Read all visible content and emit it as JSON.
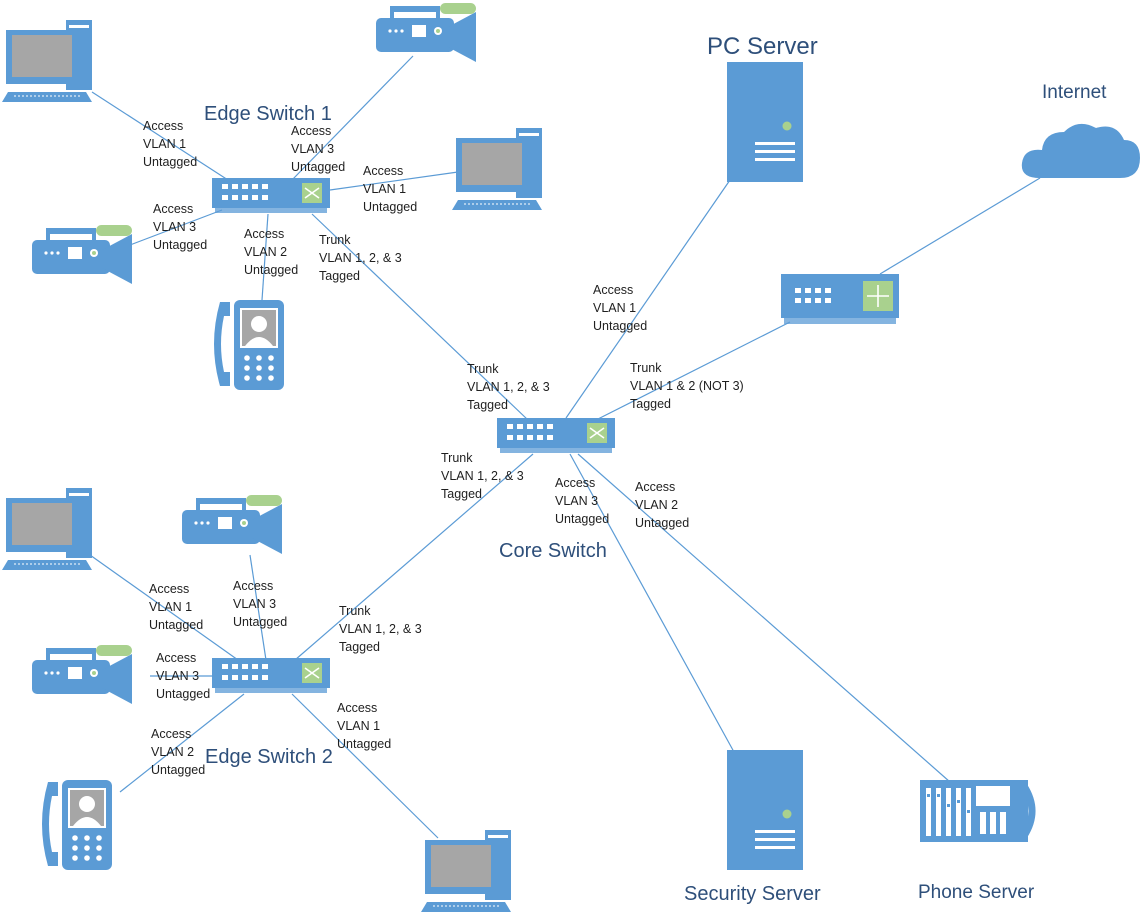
{
  "colors": {
    "device_blue": "#5b9bd5",
    "screen_gray": "#a6a6a6",
    "tally_green": "#a9d18e",
    "label_blue": "#2e4f7a",
    "text_dark": "#1f1f1f"
  },
  "devices": {
    "edge_switch_1": {
      "name": "Edge Switch 1",
      "icon": "switch-icon"
    },
    "edge_switch_2": {
      "name": "Edge Switch 2",
      "icon": "switch-icon"
    },
    "core_switch": {
      "name": "Core Switch",
      "icon": "switch-icon"
    },
    "router": {
      "icon": "router-icon"
    },
    "internet": {
      "name": "Internet",
      "icon": "cloud-icon"
    },
    "pc_server": {
      "name": "PC Server",
      "icon": "server-icon"
    },
    "security_server": {
      "name": "Security Server",
      "icon": "server-icon"
    },
    "phone_server": {
      "name": "Phone Server",
      "icon": "pbx-icon"
    }
  },
  "links": {
    "es1_pc_a": [
      "Access",
      "VLAN 1",
      "Untagged"
    ],
    "es1_cam_a": [
      "Access",
      "VLAN 3",
      "Untagged"
    ],
    "es1_pc_b": [
      "Access",
      "VLAN 1",
      "Untagged"
    ],
    "es1_cam_b": [
      "Access",
      "VLAN 3",
      "Untagged"
    ],
    "es1_phone": [
      "Access",
      "VLAN 2",
      "Untagged"
    ],
    "es1_trunk_out": [
      "Trunk",
      "VLAN 1, 2, & 3",
      "Tagged"
    ],
    "core_trunk_es1": [
      "Trunk",
      "VLAN 1, 2, & 3",
      "Tagged"
    ],
    "core_pc_server": [
      "Access",
      "VLAN 1",
      "Untagged"
    ],
    "core_trunk_router": [
      "Trunk",
      "VLAN 1 & 2 (NOT 3)",
      "Tagged"
    ],
    "core_trunk_es2": [
      "Trunk",
      "VLAN 1, 2, & 3",
      "Tagged"
    ],
    "core_security": [
      "Access",
      "VLAN 3",
      "Untagged"
    ],
    "core_phone_server": [
      "Access",
      "VLAN 2",
      "Untagged"
    ],
    "es2_pc_a": [
      "Access",
      "VLAN 1",
      "Untagged"
    ],
    "es2_cam_a": [
      "Access",
      "VLAN 3",
      "Untagged"
    ],
    "es2_trunk_out": [
      "Trunk",
      "VLAN 1, 2, & 3",
      "Tagged"
    ],
    "es2_cam_b": [
      "Access",
      "VLAN 3",
      "Untagged"
    ],
    "es2_pc_b": [
      "Access",
      "VLAN 1",
      "Untagged"
    ],
    "es2_phone": [
      "Access",
      "VLAN 2",
      "Untagged"
    ]
  }
}
